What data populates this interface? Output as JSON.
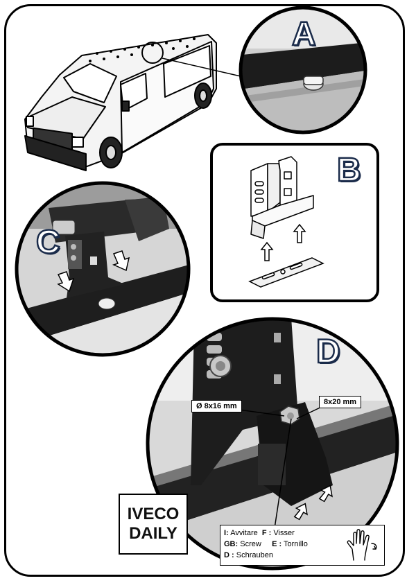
{
  "panels": {
    "a": {
      "letter": "A"
    },
    "b": {
      "letter": "B"
    },
    "c": {
      "letter": "C"
    },
    "d": {
      "letter": "D"
    }
  },
  "callouts": {
    "washer_size": "Ø 8x16 mm",
    "bolt_size": "8x20 mm"
  },
  "vehicle_model": {
    "line1": "IVECO",
    "line2": "DAILY"
  },
  "legend": {
    "row1": [
      {
        "code": "I:",
        "word": "Avvitare"
      },
      {
        "code": "F :",
        "word": "Visser"
      }
    ],
    "row2": [
      {
        "code": "GB:",
        "word": "Screw"
      },
      {
        "code": "E :",
        "word": "Tornillo"
      }
    ],
    "row3": [
      {
        "code": "D :",
        "word": "Schrauben"
      }
    ]
  },
  "colors": {
    "letter_outline": "#1a2b4a",
    "border": "#000000"
  }
}
